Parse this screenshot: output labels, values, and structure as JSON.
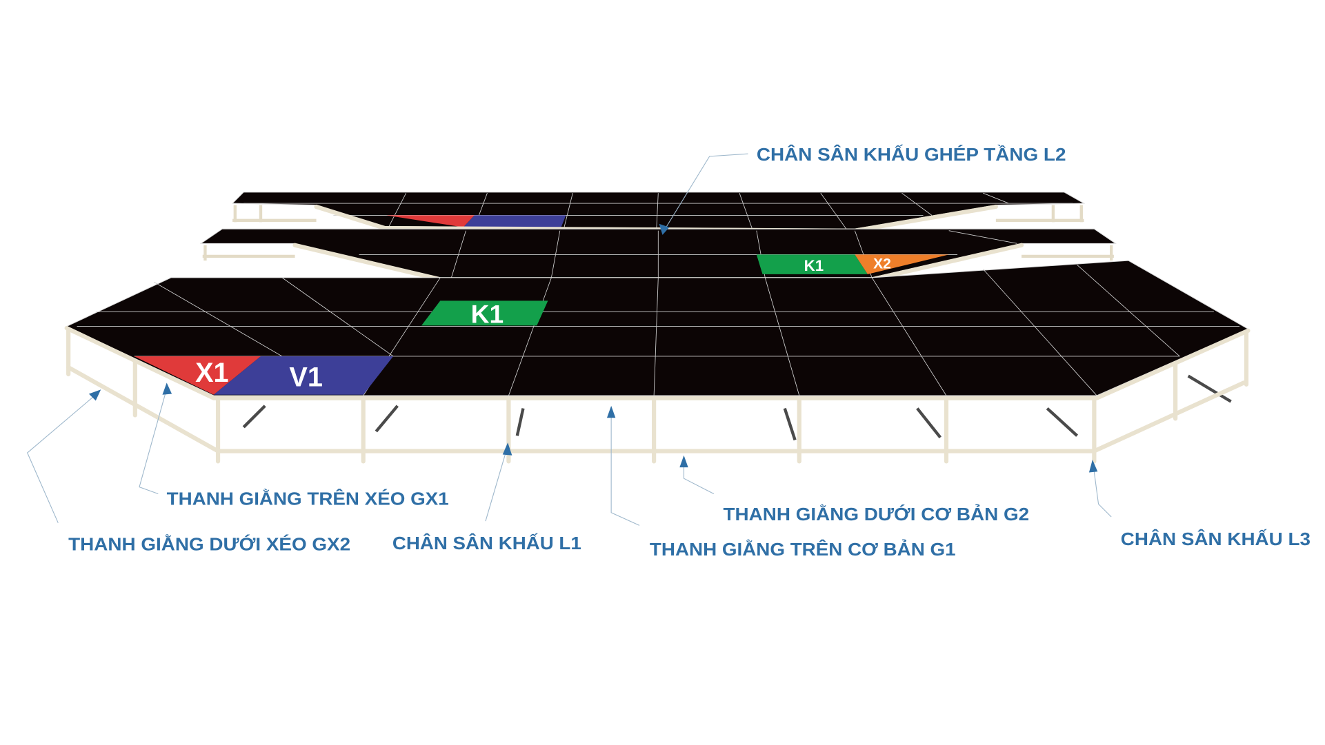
{
  "colors": {
    "label_blue": "#2f6fa6",
    "deck": "#0c0505",
    "frame": "#e9e2cf",
    "red_panel": "#e03a3a",
    "blue_panel": "#3d3f98",
    "green_panel": "#13a04b",
    "orange_panel": "#ef7f2a"
  },
  "labels": {
    "l2": "CHÂN SÂN KHẤU GHÉP TẦNG L2",
    "gx1": "THANH GIẰNG TRÊN XÉO GX1",
    "gx2": "THANH GIẰNG DƯỚI XÉO GX2",
    "l1": "CHÂN SÂN KHẤU L1",
    "g1": "THANH GIẰNG TRÊN CƠ BẢN G1",
    "g2": "THANH GIẰNG DƯỚI CƠ BẢN G2",
    "l3": "CHÂN SÂN KHẤU L3"
  },
  "panels": {
    "x1": "X1",
    "v1": "V1",
    "k1_front": "K1",
    "k1_mid": "K1",
    "x2": "X2"
  }
}
